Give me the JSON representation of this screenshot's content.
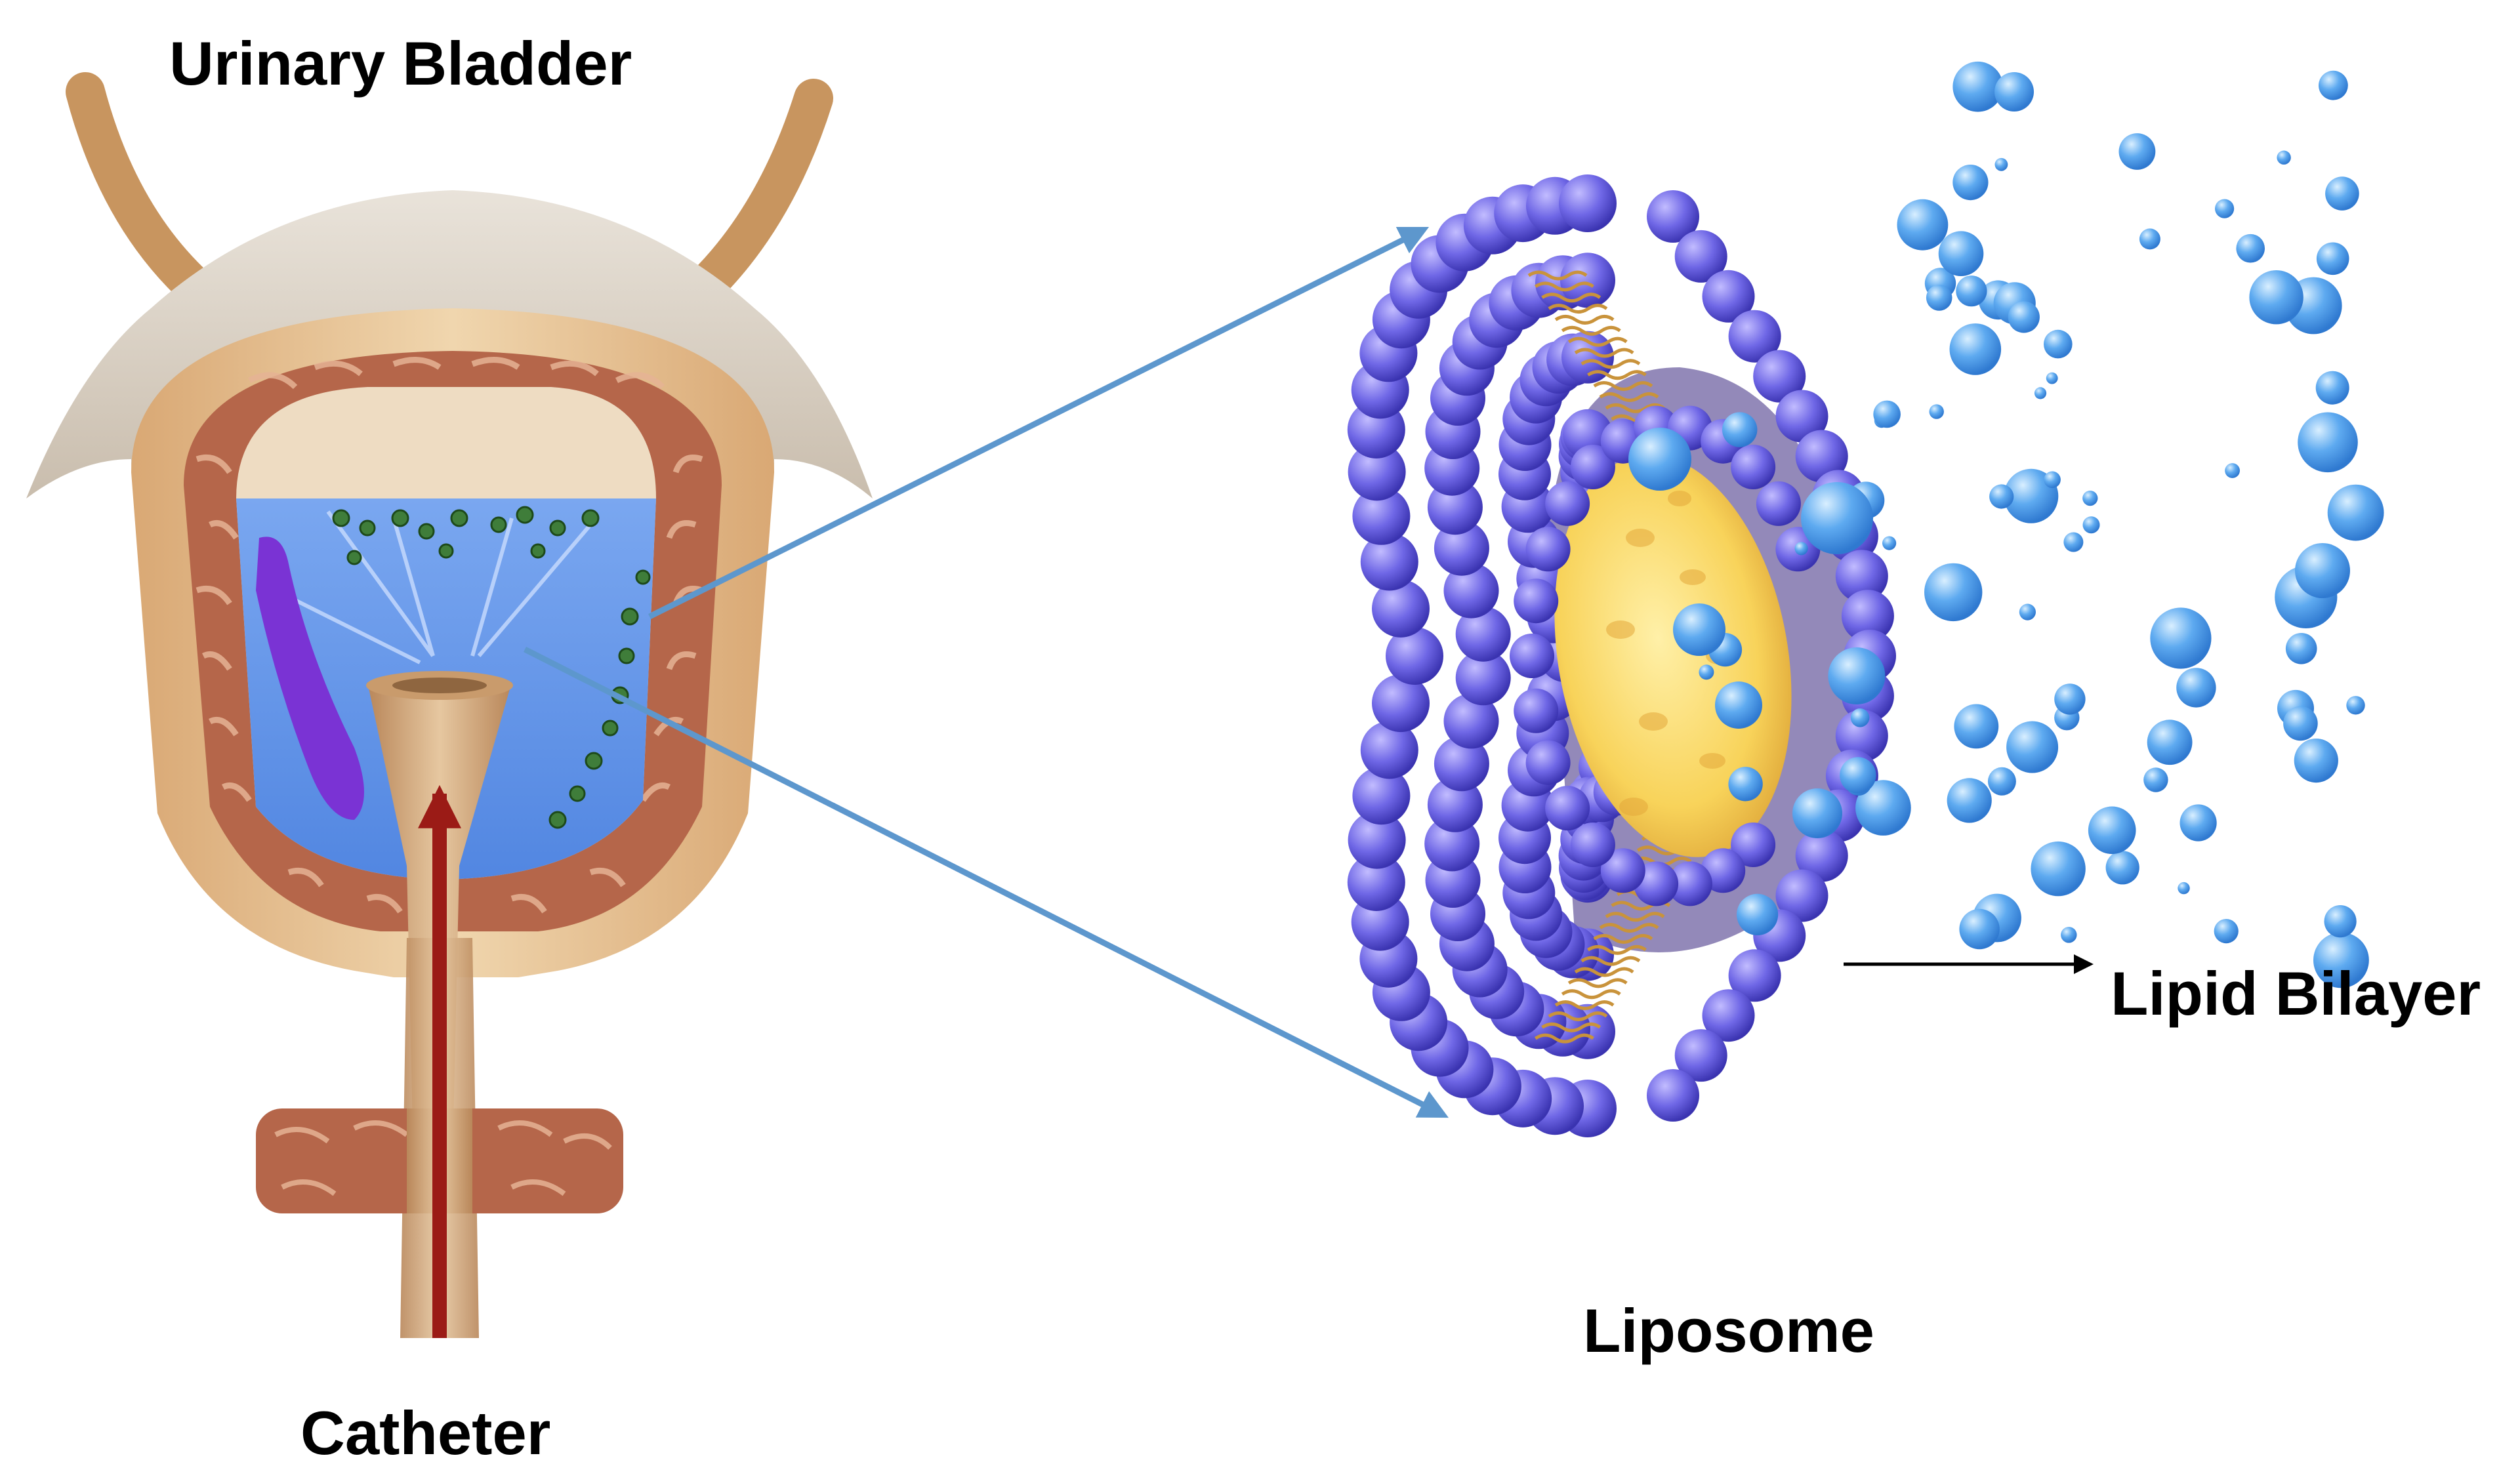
{
  "labels": {
    "urinary_bladder": "Urinary Bladder",
    "catheter": "Catheter",
    "liposome": "Liposome",
    "lipid_bilayer": "Lipid Bilayer"
  },
  "colors": {
    "bladder_shell": "#e8cfa5",
    "bladder_cap": "#ded5c8",
    "muscle_wall": "#b5664a",
    "urine_blue": "#5b8fe6",
    "urethra": "#d9b68c",
    "catheter_arrow": "#9b1b16",
    "pointer_arrows": "#5d97cd",
    "liposome_sphere": "#6b63e0",
    "lipid_tails": "#c9933b",
    "core": "#f8d35a",
    "released_drug": "#5aa9ee",
    "bilayer_pointer": "#000000"
  },
  "icons": [
    "urinary-bladder-illustration",
    "catheter-arrow",
    "liposome-illustration",
    "released-drug-particles"
  ]
}
